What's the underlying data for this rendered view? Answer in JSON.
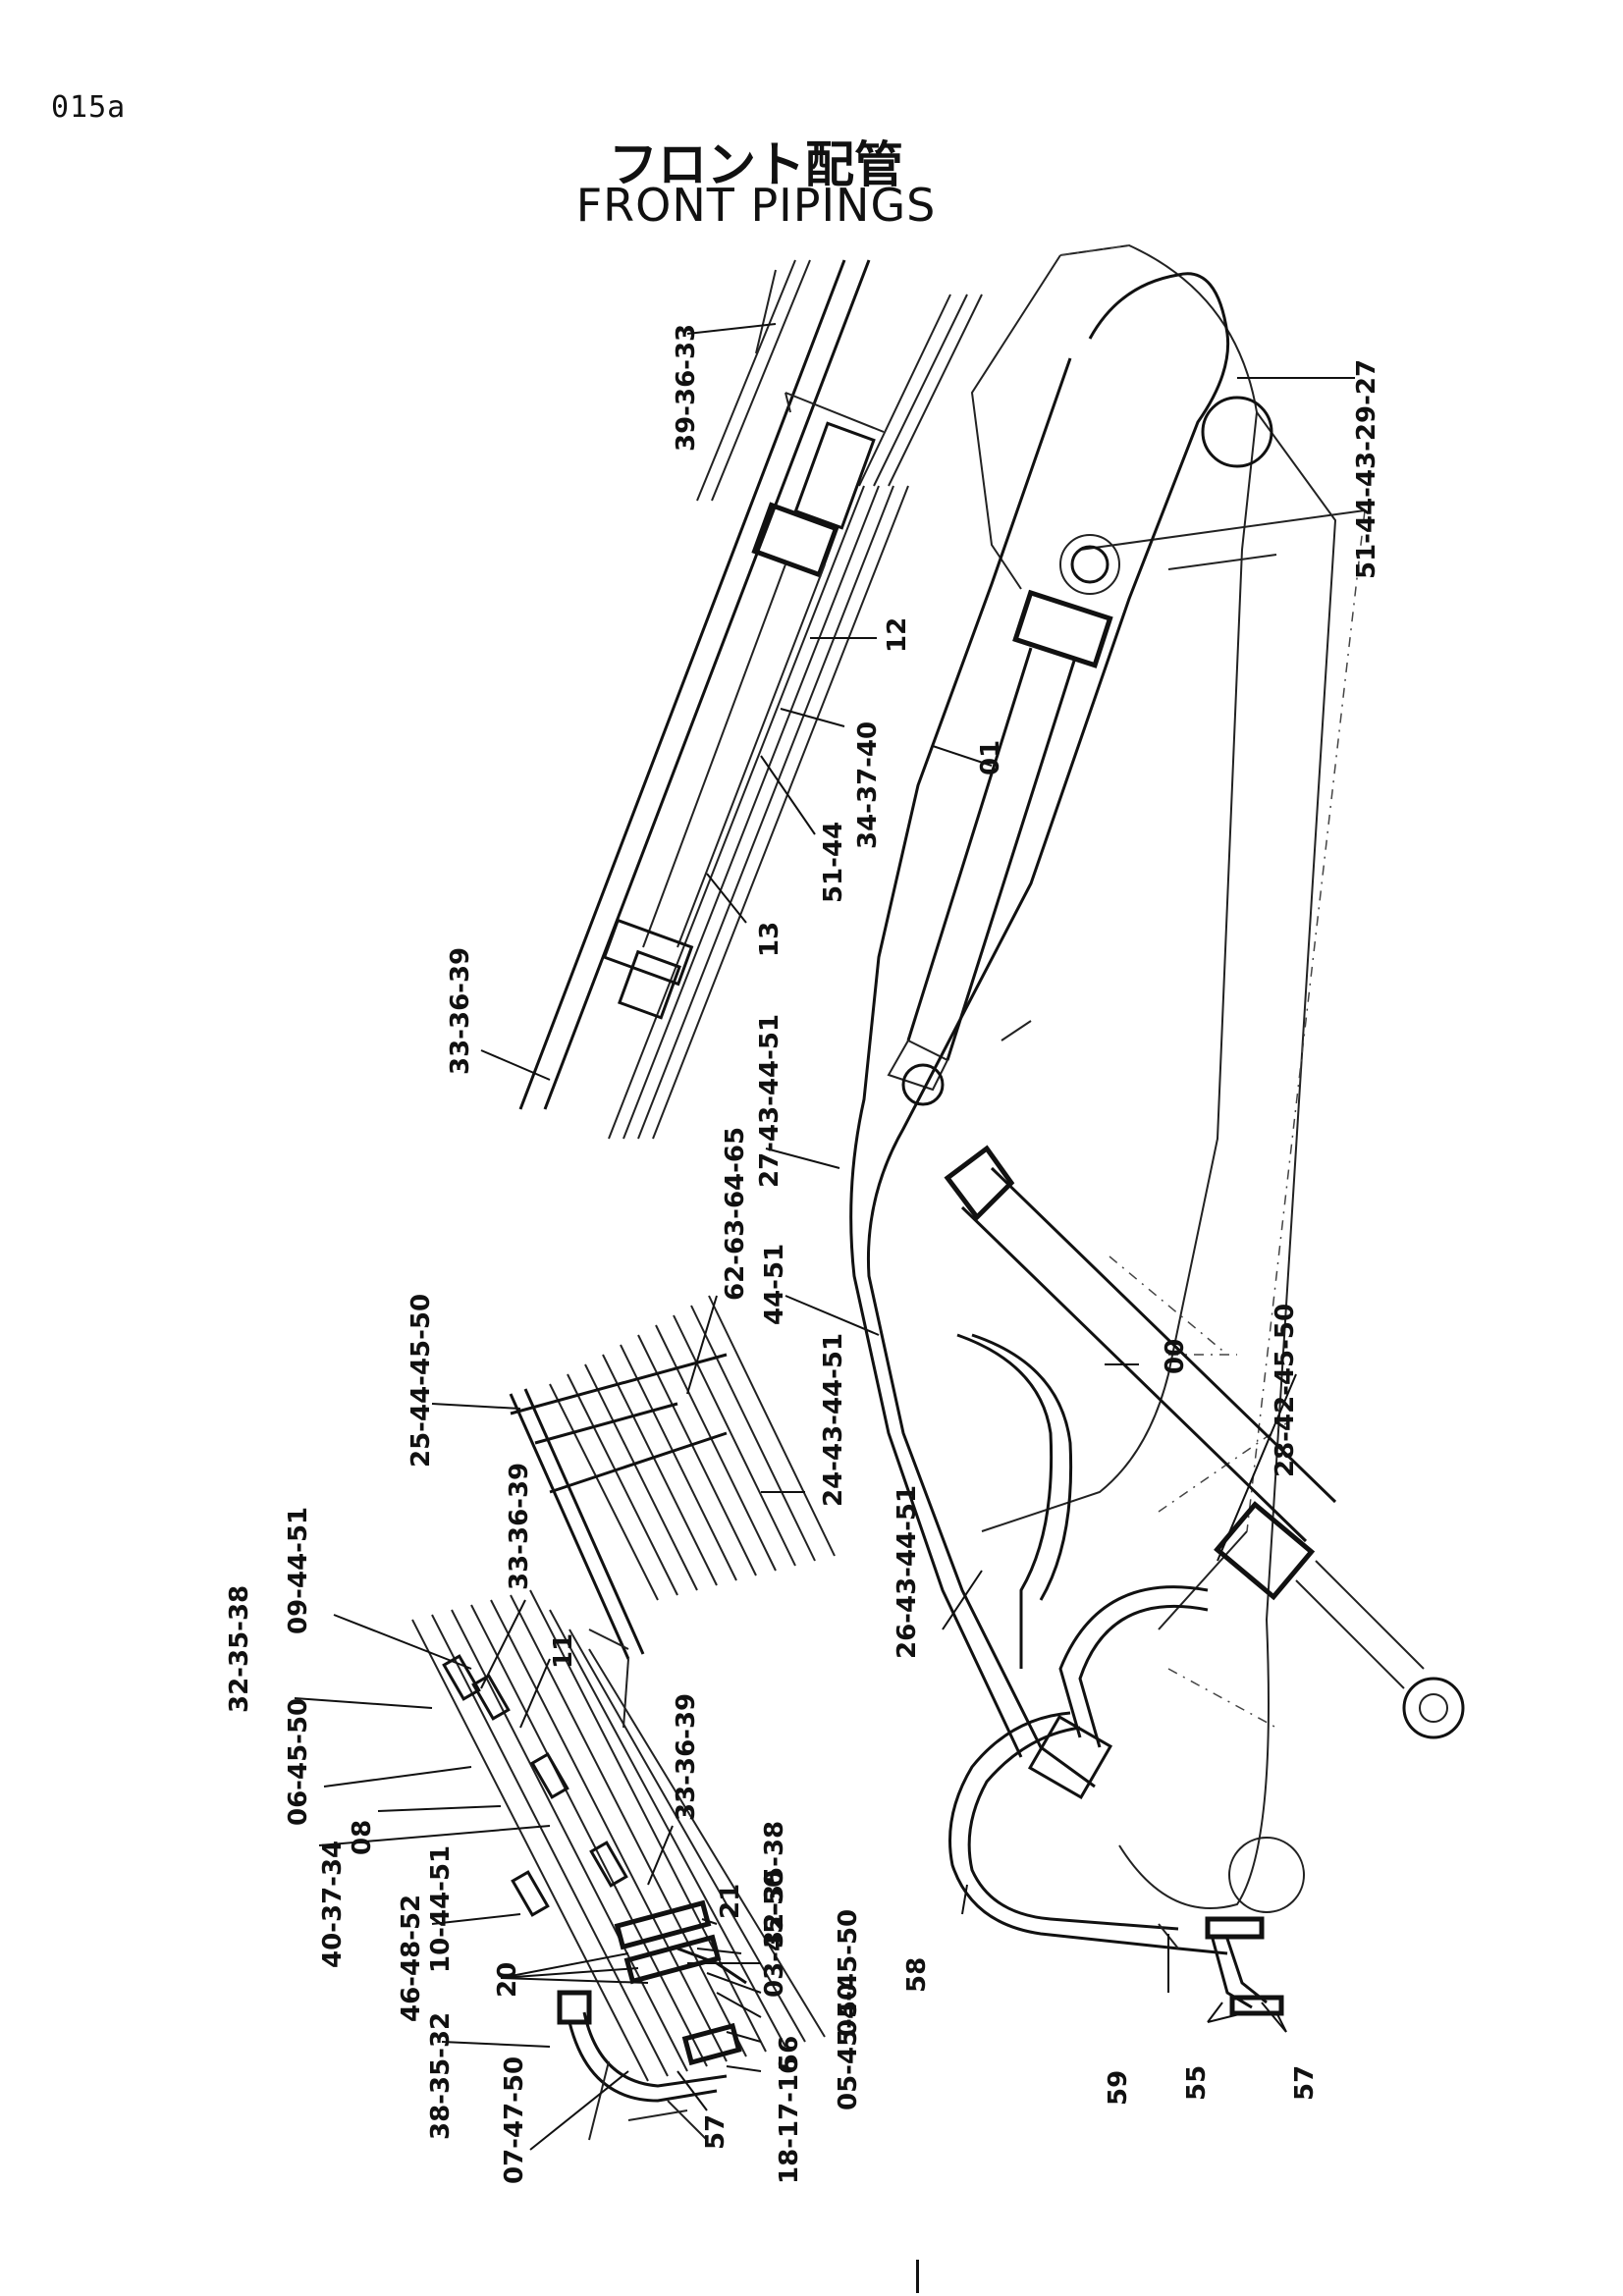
{
  "page_code": "015a",
  "title_jp": "フロント配管",
  "title_en": "FRONT PIPINGS",
  "labels": [
    "39-36-33",
    "51-44-43-29-27",
    "12",
    "01",
    "34-37-40",
    "51-44",
    "13",
    "33-36-39",
    "27-43-44-51",
    "62-63-64-65",
    "44-51",
    "25-44-45-50",
    "24-43-44-51",
    "00",
    "28-42-45-50",
    "32-35-38",
    "09-44-51",
    "33-36-39",
    "11",
    "26-43-44-51",
    "06-45-50",
    "08",
    "33-36-39",
    "40-37-34",
    "32-35-38",
    "21",
    "03-45-50",
    "10-44-51",
    "46-48-52",
    "20",
    "04-45-50",
    "05-45-50",
    "58",
    "38-35-32",
    "56",
    "18-17-16",
    "07-47-50",
    "57",
    "59",
    "55",
    "57"
  ]
}
